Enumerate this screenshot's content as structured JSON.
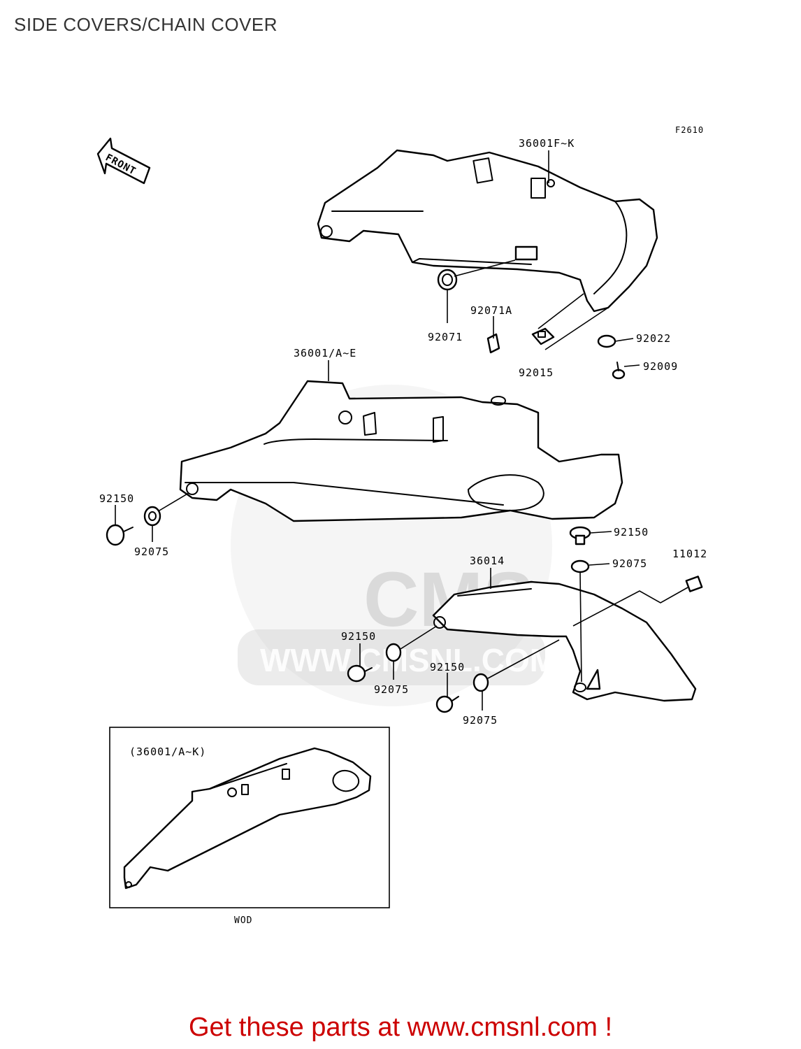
{
  "page": {
    "title": "SIDE COVERS/CHAIN COVER",
    "footer_link_text": "Get these parts at www.cmsnl.com !",
    "footer_color": "#cc0000"
  },
  "diagram": {
    "figure_code": "F2610",
    "front_arrow_label": "FRONT",
    "watermark_brand": "CMS",
    "watermark_url": "WWW.CMSNL.COM",
    "inset_label": "(36001/A~K)",
    "inset_caption": "WOD",
    "part_labels": [
      "36001F~K",
      "92071",
      "92071A",
      "92015",
      "92022",
      "92009",
      "36001/A~E",
      "92150",
      "92075",
      "92150",
      "92075",
      "11012",
      "36014",
      "92150",
      "92075",
      "92150",
      "92075"
    ]
  }
}
